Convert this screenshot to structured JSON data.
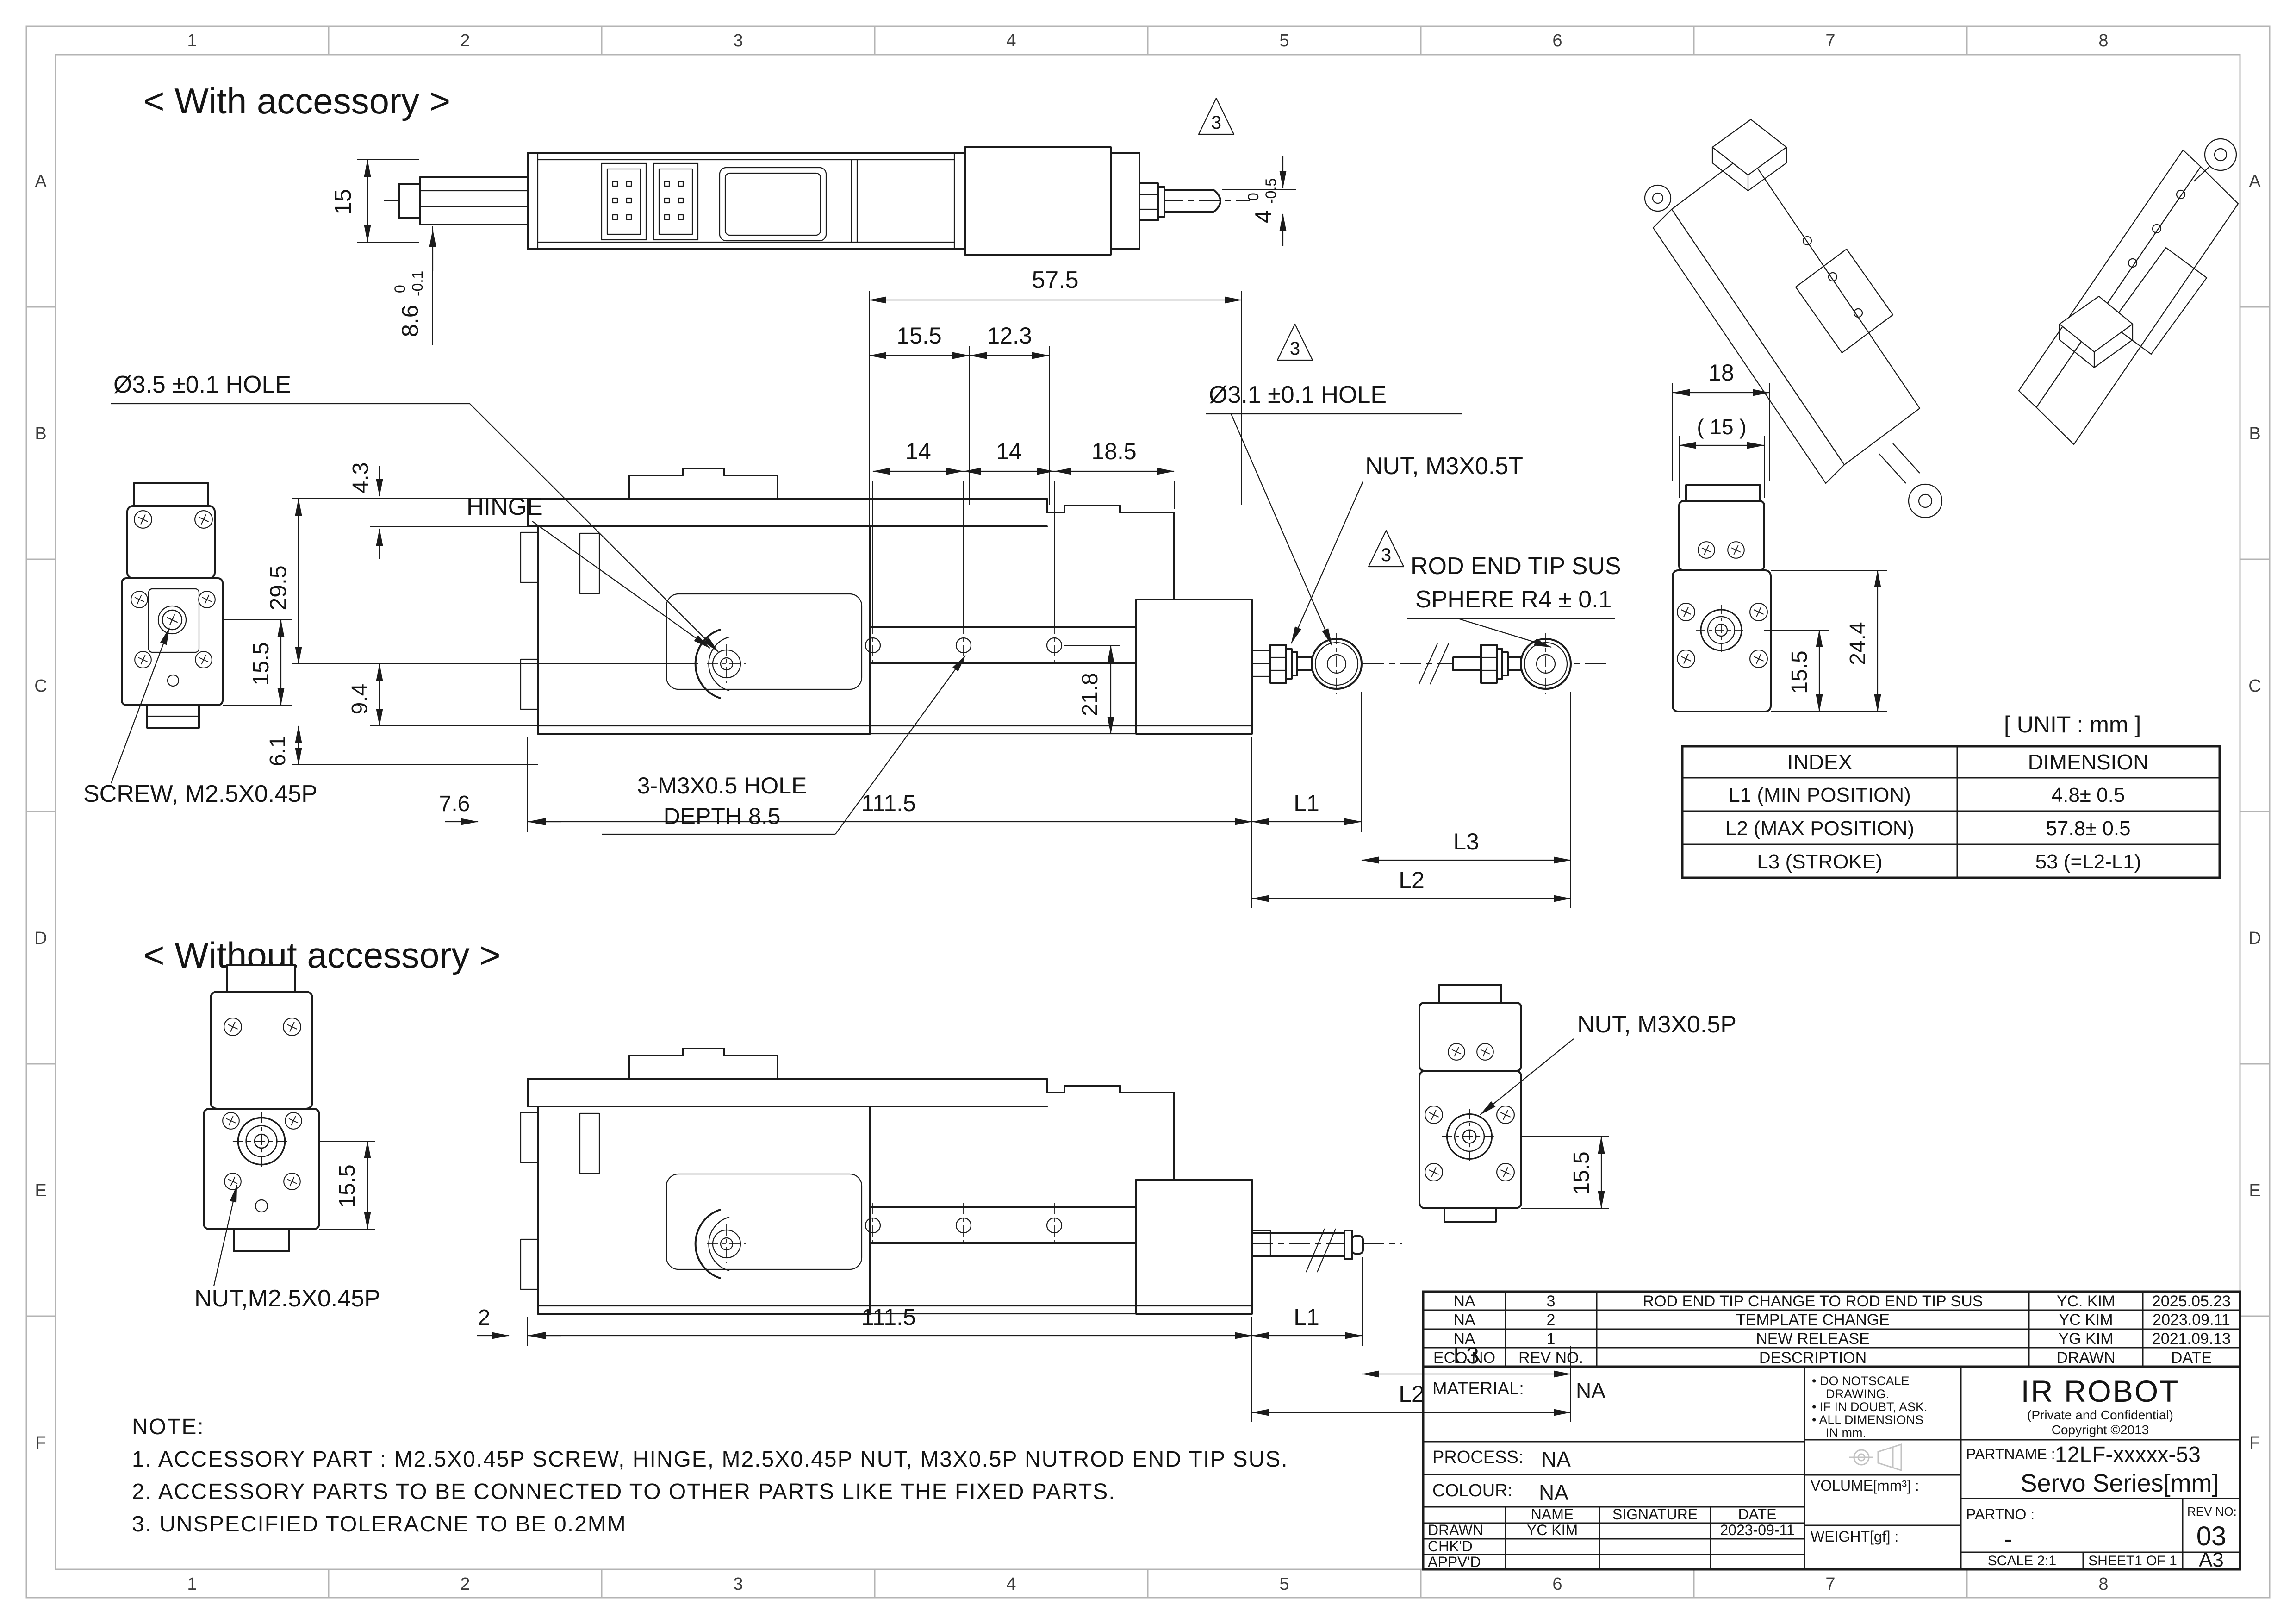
{
  "sheet": {
    "cols": [
      "1",
      "2",
      "3",
      "4",
      "5",
      "6",
      "7",
      "8"
    ],
    "rows": [
      "A",
      "B",
      "C",
      "D",
      "E",
      "F"
    ]
  },
  "sections": {
    "with_accessory": "< With accessory >",
    "without_accessory": "< Without accessory >"
  },
  "rev_marker": "3",
  "callouts": {
    "hole_35": "Ø3.5 ±0.1 HOLE",
    "hinge": "HINGE",
    "hole_31": "Ø3.1 ±0.1 HOLE",
    "nut_m3t": "NUT, M3X0.5T",
    "rod_end_line1": "ROD END TIP SUS",
    "rod_end_line2": "SPHERE R4 ± 0.1",
    "tapped_line1": "3-M3X0.5 HOLE",
    "tapped_line2": "DEPTH 8.5",
    "screw_m25": "SCREW, M2.5X0.45P",
    "nut_m25": "NUT,M2.5X0.45P",
    "nut_m3p": "NUT, M3X0.5P"
  },
  "dims": {
    "top": {
      "h15": "15",
      "off86": "8.6",
      "off86_hi": "0",
      "off86_lo": "-0.1",
      "rod4": "4",
      "rod4_hi": "0",
      "rod4_lo": "-0.5"
    },
    "front": {
      "w575": "57.5",
      "w155": "15.5",
      "w123": "12.3",
      "p14a": "14",
      "p14b": "14",
      "p185": "18.5",
      "h43": "4.3",
      "h295": "29.5",
      "h94": "9.4",
      "h61": "6.1",
      "h218": "21.8",
      "b76": "7.6",
      "b1115": "111.5",
      "L1": "L1",
      "L3": "L3",
      "L2": "L2"
    },
    "left": {
      "h155": "15.5"
    },
    "right": {
      "w18": "18",
      "w15": "( 15 )",
      "h244": "24.4",
      "h155": "15.5"
    },
    "bottom": {
      "b2": "2",
      "b1115": "111.5",
      "L1": "L1",
      "L3": "L3",
      "L2": "L2",
      "h155_left": "15.5",
      "h155_right": "15.5"
    }
  },
  "index_table": {
    "unit": "[ UNIT : mm ]",
    "col1": "INDEX",
    "col2": "DIMENSION",
    "rows": [
      {
        "index": "L1 (MIN POSITION)",
        "dimension": "4.8± 0.5"
      },
      {
        "index": "L2 (MAX POSITION)",
        "dimension": "57.8± 0.5"
      },
      {
        "index": "L3 (STROKE)",
        "dimension": "53 (=L2-L1)"
      }
    ]
  },
  "rev_table": {
    "headers": {
      "eco": "ECO NO",
      "rev": "REV NO.",
      "desc": "DESCRIPTION",
      "drawn": "DRAWN",
      "date": "DATE"
    },
    "rows": [
      {
        "eco": "NA",
        "rev": "3",
        "desc": "ROD END TIP CHANGE TO ROD END TIP SUS",
        "drawn": "YC. KIM",
        "date": "2025.05.23"
      },
      {
        "eco": "NA",
        "rev": "2",
        "desc": "TEMPLATE CHANGE",
        "drawn": "YC KIM",
        "date": "2023.09.11"
      },
      {
        "eco": "NA",
        "rev": "1",
        "desc": "NEW RELEASE",
        "drawn": "YG KIM",
        "date": "2021.09.13"
      }
    ]
  },
  "title_block": {
    "material_label": "MATERIAL:",
    "material_value": "NA",
    "process_label": "PROCESS:",
    "process_value": "NA",
    "colour_label": "COLOUR:",
    "colour_value": "NA",
    "note1": "• DO NOTSCALE",
    "note1b": "DRAWING.",
    "note2": "• IF IN DOUBT, ASK.",
    "note3": "• ALL DIMENSIONS",
    "note3b": "IN mm.",
    "company": "IR ROBOT",
    "private": "(Private and Confidential)",
    "copyright": "Copyright ©2013",
    "partname_label": "PARTNAME :",
    "partname_value": "12LF-xxxxx-53",
    "partname_series": "Servo Series[mm]",
    "partno_label": "PARTNO :",
    "partno_value": "-",
    "revno_label": "REV NO:",
    "revno_value": "03",
    "scale": "SCALE  2:1",
    "sheetno": "SHEET1 OF 1",
    "paper": "A3",
    "volume_label": "VOLUME[mm³] :",
    "weight_label": "WEIGHT[gf] :",
    "col_name": "NAME",
    "col_signature": "SIGNATURE",
    "col_date": "DATE",
    "drawn_label": "DRAWN",
    "drawn_name": "YC KIM",
    "drawn_date": "2023-09-11",
    "chkd_label": "CHK'D",
    "appvd_label": "APPV'D"
  },
  "notes": {
    "title": "NOTE:",
    "line1": "1. ACCESSORY PART :  M2.5X0.45P SCREW, HINGE, M2.5X0.45P NUT, M3X0.5P NUTROD END TIP SUS.",
    "line2": "2. ACCESSORY PARTS TO BE CONNECTED TO OTHER PARTS LIKE THE  FIXED PARTS.",
    "line3": "3. UNSPECIFIED TOLERACNE TO BE 0.2MM"
  }
}
